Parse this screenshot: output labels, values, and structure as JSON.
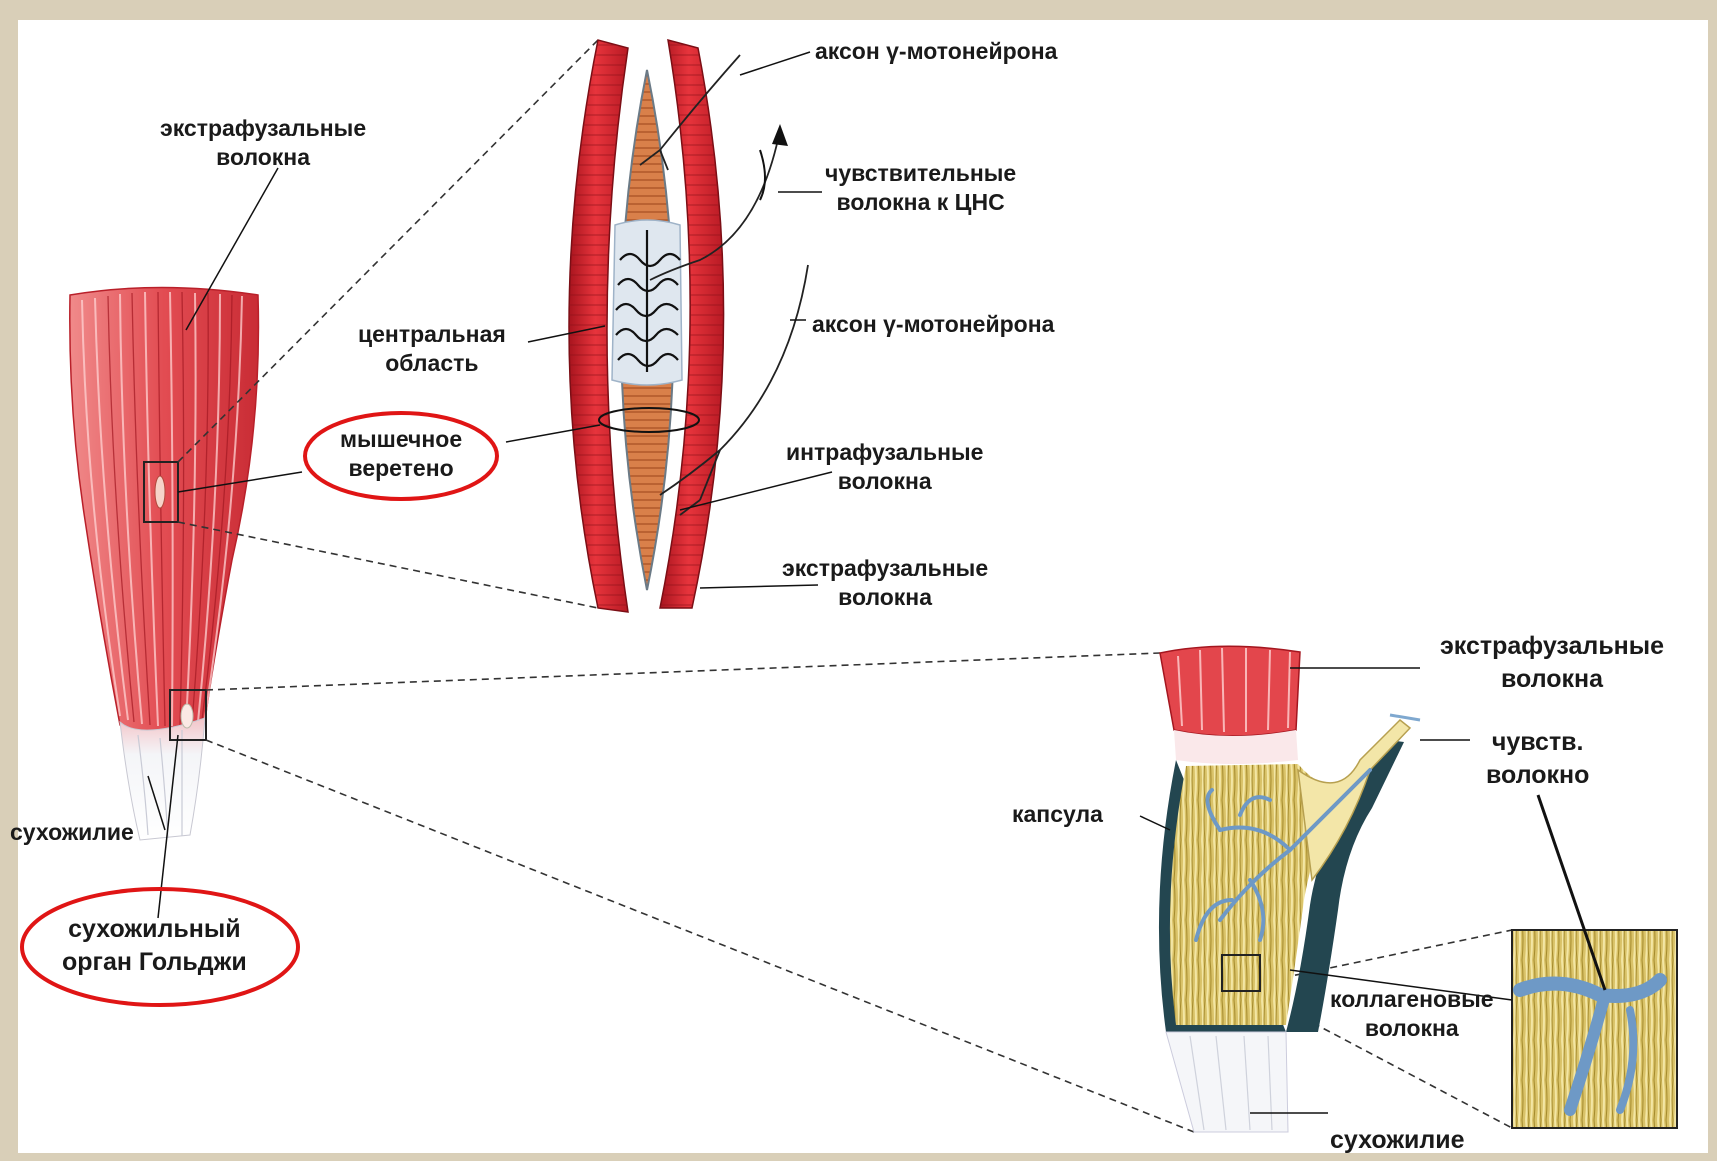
{
  "labels": {
    "extrafusal_top_left": [
      "экстрафузальные",
      "волокна"
    ],
    "gamma_axon_top": "аксон γ-мотонейрона",
    "sensory_cns": [
      "чувствительные",
      "волокна к ЦНС"
    ],
    "central_region": [
      "центральная",
      "область"
    ],
    "gamma_axon_mid": "аксон γ-мотонейрона",
    "muscle_spindle": [
      "мышечное",
      "веретено"
    ],
    "intrafusal": [
      "интрафузальные",
      "волокна"
    ],
    "extrafusal_spindle": [
      "экстрафузальные",
      "волокна"
    ],
    "extrafusal_golgi": [
      "экстрафузальные",
      "волокна"
    ],
    "sensory_fiber": [
      "чувств.",
      "волокно"
    ],
    "capsule": "капсула",
    "collagen": [
      "коллагеновые",
      "волокна"
    ],
    "tendon_left": "сухожилие",
    "golgi_organ": [
      "сухожильный",
      "орган Гольджи"
    ],
    "tendon_bottom": "сухожилие"
  },
  "colors": {
    "muscle": "#d8323c",
    "muscle_light": "#f07a7a",
    "intrafusal": "#d7773c",
    "tendon": "#eef0f4",
    "collagen": "#e6d27a",
    "nerve": "#7fa8cf",
    "highlight_ring": "#e01515",
    "capsule": "#234650"
  }
}
